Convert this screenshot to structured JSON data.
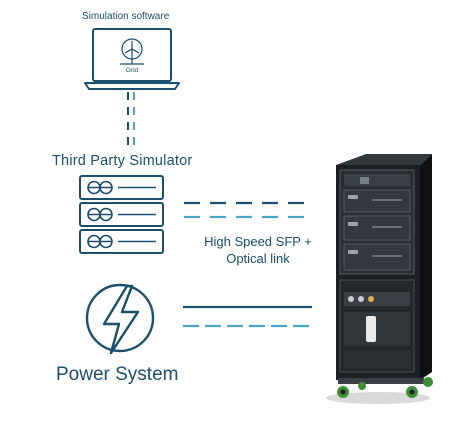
{
  "diagram": {
    "simulation_software_label": "Simulation software",
    "laptop_screen_label": "Grid",
    "third_party_label": "Third Party Simulator",
    "link_label_line1": "High Speed SFP +",
    "link_label_line2": "Optical link",
    "power_system_label": "Power System"
  },
  "colors": {
    "line_primary": "#1b4f6b",
    "line_accent": "#4aa6c9",
    "cabinet": "#1c1f23",
    "wheel": "#3f8f3a"
  },
  "icons": [
    "laptop-icon",
    "wind-turbine-icon",
    "server-stack-icon",
    "lightning-bolt-icon",
    "hil-cabinet-image"
  ]
}
